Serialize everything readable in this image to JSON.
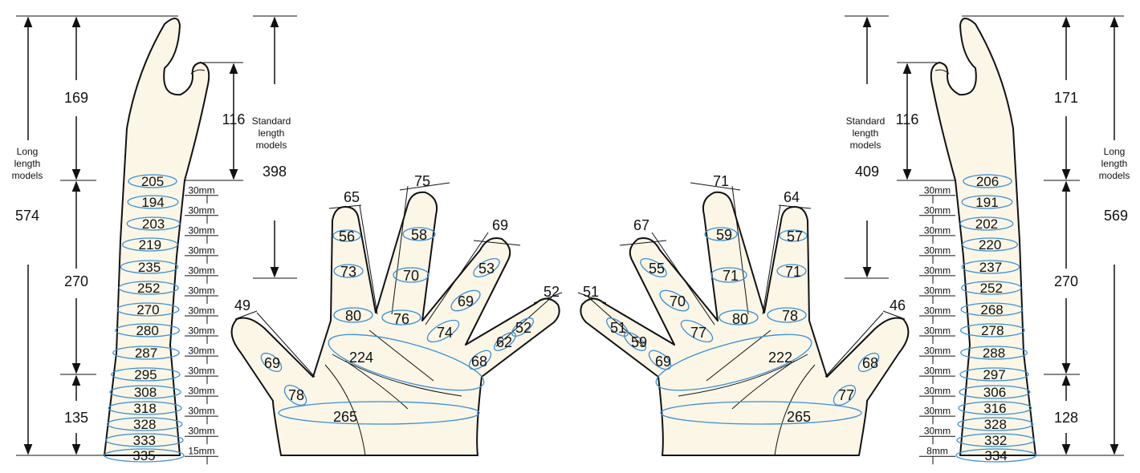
{
  "left": {
    "finger_tip_length": "169",
    "thumb_length": "116",
    "standard_label": [
      "Standard",
      "length",
      "models"
    ],
    "standard_total": "398",
    "long_label": [
      "Long",
      "length",
      "models"
    ],
    "long_total": "574",
    "mid_length": "270",
    "wrist_length": "135",
    "arm_circumferences": [
      "205",
      "194",
      "203",
      "219",
      "235",
      "252",
      "270",
      "280",
      "287",
      "295",
      "308",
      "318",
      "328",
      "333",
      "335"
    ],
    "scale_labels": [
      "30mm",
      "30mm",
      "30mm",
      "30mm",
      "30mm",
      "30mm",
      "30mm",
      "30mm",
      "30mm",
      "30mm",
      "30mm",
      "30mm",
      "30mm",
      "15mm"
    ],
    "hand": {
      "thumb_top": "49",
      "thumb_mid": "69",
      "thumb_base": "78",
      "index_len": "65",
      "index_top": "56",
      "index_mid": "73",
      "index_base": "80",
      "middle_len": "75",
      "middle_top": "58",
      "middle_mid": "70",
      "middle_base": "76",
      "ring_len": "69",
      "ring_top": "53",
      "ring_mid": "69",
      "ring_base": "74",
      "little_len": "52",
      "little_top": "52",
      "little_mid": "62",
      "little_base": "68",
      "palm": "224",
      "wrist": "265"
    }
  },
  "right": {
    "finger_tip_length": "171",
    "thumb_length": "116",
    "standard_label": [
      "Standard",
      "length",
      "models"
    ],
    "standard_total": "409",
    "long_label": [
      "Long",
      "length",
      "models"
    ],
    "long_total": "569",
    "mid_length": "270",
    "wrist_length": "128",
    "arm_circumferences": [
      "206",
      "191",
      "202",
      "220",
      "237",
      "252",
      "268",
      "278",
      "288",
      "297",
      "306",
      "316",
      "328",
      "332",
      "334"
    ],
    "scale_labels": [
      "30mm",
      "30mm",
      "30mm",
      "30mm",
      "30mm",
      "30mm",
      "30mm",
      "30mm",
      "30mm",
      "30mm",
      "30mm",
      "30mm",
      "30mm",
      "8mm"
    ],
    "hand": {
      "thumb_top": "46",
      "thumb_mid": "68",
      "thumb_base": "77",
      "index_len": "64",
      "index_top": "57",
      "index_mid": "71",
      "index_base": "78",
      "middle_len": "71",
      "middle_top": "59",
      "middle_mid": "71",
      "middle_base": "80",
      "ring_len": "67",
      "ring_top": "55",
      "ring_mid": "70",
      "ring_base": "77",
      "little_len": "51",
      "little_top": "51",
      "little_mid": "59",
      "little_base": "69",
      "palm": "222",
      "wrist": "265"
    }
  }
}
